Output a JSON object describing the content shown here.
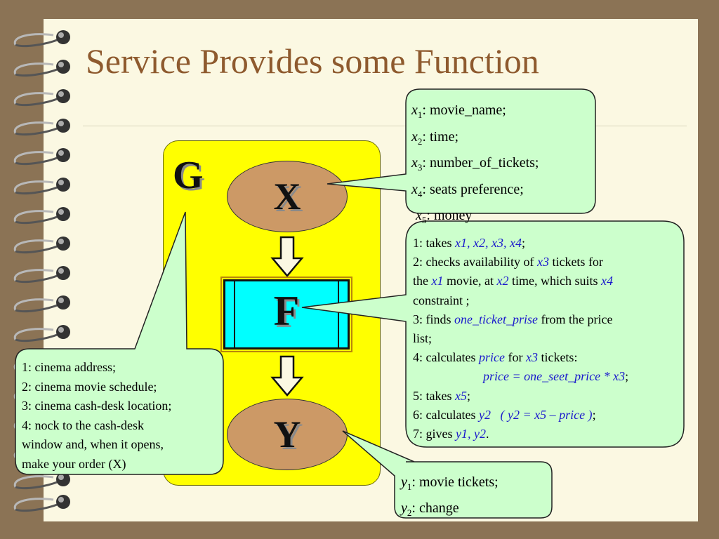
{
  "slide": {
    "title": "Service Provides some Function",
    "g_label": "G",
    "x_label": "X",
    "f_label": "F",
    "y_label": "Y"
  },
  "inputs": [
    {
      "var": "x",
      "sub": "1",
      "text": ": movie_name;"
    },
    {
      "var": "x",
      "sub": "2",
      "text": ": time;"
    },
    {
      "var": "x",
      "sub": "3",
      "text": ": number_of_tickets;"
    },
    {
      "var": "x",
      "sub": "4",
      "text": ": seats preference;"
    },
    {
      "var": "x",
      "sub": "5",
      "text": ": money"
    }
  ],
  "function_steps": {
    "s1a": "1: takes ",
    "s1b": "x1, x2, x3, x4",
    "s1c": ";",
    "s2a": "2: checks availability of ",
    "s2b": "x3",
    "s2c": " tickets for",
    "s2d": "the ",
    "s2e": "x1",
    "s2f": " movie, at ",
    "s2g": "x2",
    "s2h": " time, which suits ",
    "s2i": "x4",
    "s2j": "constraint ;",
    "s3a": "3: finds ",
    "s3b": "one_ticket_prise",
    "s3c": " from the price",
    "s3d": "list;",
    "s4a": "4: calculates ",
    "s4b": "price",
    "s4c": " for ",
    "s4d": "x3",
    "s4e": " tickets:",
    "s4f": "price = one_seet_price * x3",
    "s4g": ";",
    "s5a": "5: takes ",
    "s5b": "x5",
    "s5c": ";",
    "s6a": "6: calculates ",
    "s6b": "y2   ( y2 = x5 – price )",
    "s6c": ";",
    "s7a": "7: gives ",
    "s7b": "y1, y2",
    "s7c": "."
  },
  "environment": [
    "1: cinema address;",
    "2: cinema movie schedule;",
    "3: cinema cash-desk location;",
    "4: nock to the cash-desk",
    "window and, when it opens,",
    "make your order (X)"
  ],
  "outputs": [
    {
      "var": "y",
      "sub": "1",
      "text": ": movie tickets;"
    },
    {
      "var": "y",
      "sub": "2",
      "text": ": change"
    }
  ],
  "colors": {
    "callout_fill": "#ccffcc",
    "frame_fill": "#ffff00",
    "oval_fill": "#cc9966",
    "function_fill": "#00ffff",
    "title_color": "#8e5a2e",
    "highlight_text": "#1a1acc"
  }
}
